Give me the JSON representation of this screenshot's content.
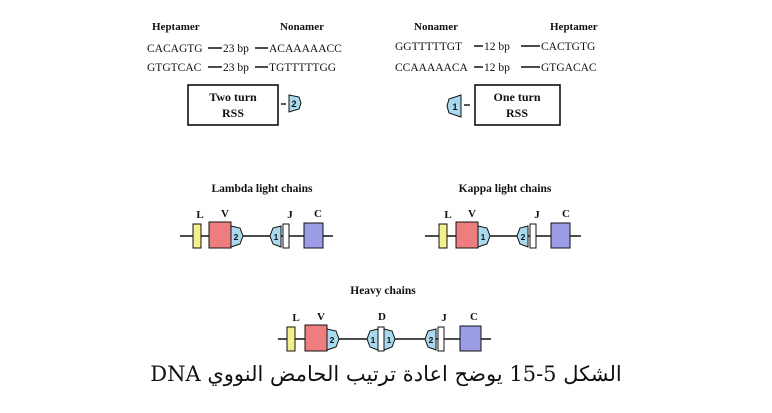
{
  "left_rss": {
    "heptamer_label": "Heptamer",
    "nonamer_label": "Nonamer",
    "row1": {
      "left": "CACAGTG",
      "spacer": "23 bp",
      "right": "ACAAAAACC"
    },
    "row2": {
      "left": "GTGTCAC",
      "spacer": "23 bp",
      "right": "TGTTTTTGG"
    },
    "box_line1": "Two turn",
    "box_line2": "RSS",
    "marker": "2"
  },
  "right_rss": {
    "nonamer_label": "Nonamer",
    "heptamer_label": "Heptamer",
    "row1": {
      "left": "GGTTTTTGT",
      "spacer": "12 bp",
      "right": "CACTGTG"
    },
    "row2": {
      "left": "CCAAAAACA",
      "spacer": "12 bp",
      "right": "GTGACAC"
    },
    "box_line1": "One turn",
    "box_line2": "RSS",
    "marker": "1"
  },
  "lambda": {
    "title": "Lambda light chains",
    "labels": {
      "L": "L",
      "V": "V",
      "J": "J",
      "C": "C"
    },
    "markers": [
      "2",
      "1"
    ]
  },
  "kappa": {
    "title": "Kappa light chains",
    "labels": {
      "L": "L",
      "V": "V",
      "J": "J",
      "C": "C"
    },
    "markers": [
      "1",
      "2"
    ]
  },
  "heavy": {
    "title": "Heavy chains",
    "labels": {
      "L": "L",
      "V": "V",
      "D": "D",
      "J": "J",
      "C": "C"
    },
    "markers": [
      "2",
      "1",
      "1",
      "2"
    ]
  },
  "caption": "الشكل 5-15 يوضح اعادة ترتيب الحامض النووي DNA",
  "colors": {
    "leader": "#f3ef8c",
    "variable": "#ee7e7e",
    "constant": "#9c9ce6",
    "rss": "#a9d9ee",
    "line": "#111111"
  }
}
